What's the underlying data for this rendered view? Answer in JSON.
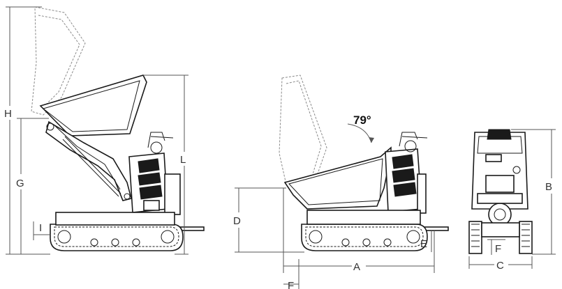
{
  "diagram": {
    "angle_label": "79°",
    "dimension_labels": {
      "H": "H",
      "G": "G",
      "I": "I",
      "L": "L",
      "D": "D",
      "E": "E",
      "A": "A",
      "F_side": "F",
      "B": "B",
      "F_front": "F",
      "C": "C"
    }
  }
}
